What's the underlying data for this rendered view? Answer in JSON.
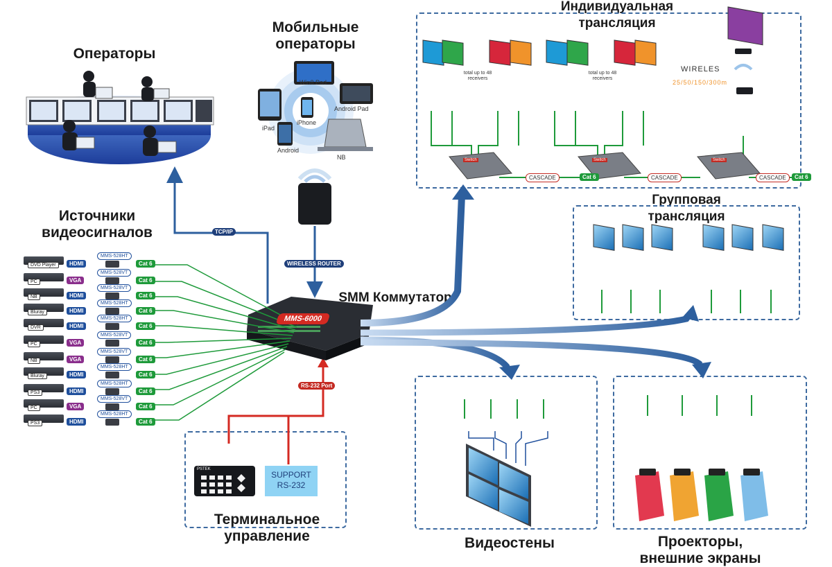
{
  "titles": {
    "operators": "Операторы",
    "mobile_operators": "Мобильные операторы",
    "sources": "Источники видеосигналов",
    "switch": "SMM Коммутатор",
    "individual": "Индивидуальная трансляция",
    "group": "Групповая трансляция",
    "videowalls": "Видеостены",
    "projectors": "Проекторы, внешние экраны",
    "terminal": "Терминальное управление"
  },
  "labels": {
    "tcpip": "TCP/IP",
    "wireless_router": "WIRELESS ROUTER",
    "rs232_port": "RS-232 Port",
    "switch_model": "MMS-6000",
    "support_line1": "SUPPORT",
    "support_line2": "RS-232",
    "wireles": "WIRELES",
    "distances": "25/50/150/300m",
    "total_receivers": "total up to 48 receivers",
    "cascade": "CASCADE",
    "cat6": "Cat 6",
    "hdmi": "HDMI",
    "vga": "VGA",
    "panel_brand": "PSTEK",
    "sw_label": "Switch"
  },
  "mobile_devices": [
    "Win8 Pad",
    "iPad",
    "iPhone",
    "Android Pad",
    "Android",
    "NB"
  ],
  "sources": [
    {
      "device": "DVD Player",
      "signal": "HDMI",
      "converter": "MMS-528HT"
    },
    {
      "device": "PC",
      "signal": "VGA",
      "converter": "MMS-528VT"
    },
    {
      "device": "NB",
      "signal": "HDMI",
      "converter": "MMS-528VT"
    },
    {
      "device": "Bluray",
      "signal": "HDMI",
      "converter": "MMS-528HT"
    },
    {
      "device": "DVR",
      "signal": "HDMI",
      "converter": "MMS-528HT"
    },
    {
      "device": "PC",
      "signal": "VGA",
      "converter": "MMS-528VT"
    },
    {
      "device": "NB",
      "signal": "VGA",
      "converter": "MMS-528VT"
    },
    {
      "device": "Bluray",
      "signal": "HDMI",
      "converter": "MMS-528HT"
    },
    {
      "device": "PS3",
      "signal": "HDMI",
      "converter": "MMS-528HT"
    },
    {
      "device": "PC",
      "signal": "VGA",
      "converter": "MMS-528VT"
    },
    {
      "device": "PS3",
      "signal": "HDMI",
      "converter": "MMS-528HT"
    }
  ],
  "colors": {
    "arrow_blue": "#2d5f9e",
    "arrow_red": "#d42a22",
    "cable_green": "#1e9a3a",
    "dashed_box": "#3d6aa0"
  }
}
